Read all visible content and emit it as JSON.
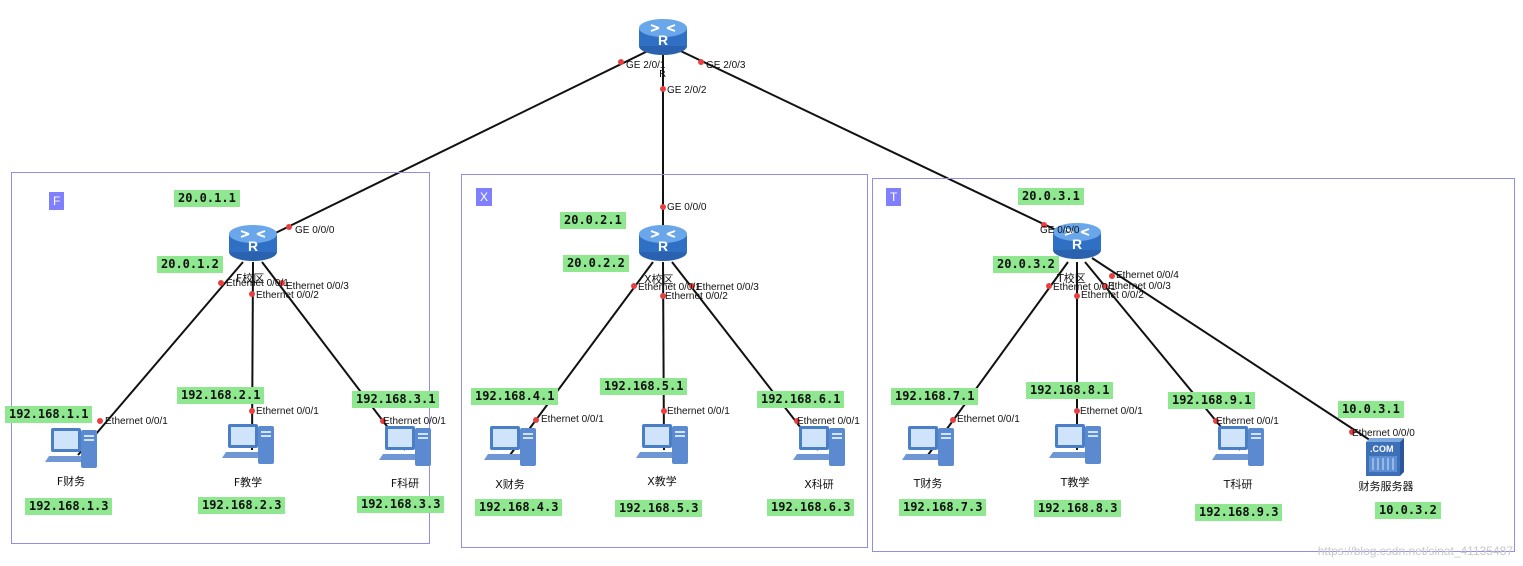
{
  "core": {
    "label": "R",
    "ports": {
      "to_f": "GE 2/0/1",
      "to_x": "GE 2/0/2",
      "to_t": "GE 2/0/3"
    }
  },
  "zones": {
    "f": {
      "tag": "F",
      "router_label": "F校区",
      "wan_port": "GE 0/0/0",
      "wan_ip_top": "20.0.1.1",
      "wan_ip_bottom": "20.0.1.2",
      "router_ports": [
        "Ethernet 0/0/1",
        "Ethernet 0/0/2",
        "Ethernet 0/0/3"
      ],
      "pcs": [
        {
          "name": "F财务",
          "port": "Ethernet 0/0/1",
          "gateway": "192.168.1.1",
          "ip": "192.168.1.3"
        },
        {
          "name": "F教学",
          "port": "Ethernet 0/0/1",
          "gateway": "192.168.2.1",
          "ip": "192.168.2.3"
        },
        {
          "name": "F科研",
          "port": "Ethernet 0/0/1",
          "gateway": "192.168.3.1",
          "ip": "192.168.3.3"
        }
      ]
    },
    "x": {
      "tag": "X",
      "router_label": "X校区",
      "wan_port": "GE 0/0/0",
      "wan_ip_top": "20.0.2.1",
      "wan_ip_bottom": "20.0.2.2",
      "router_ports": [
        "Ethernet 0/0/1",
        "Ethernet 0/0/2",
        "Ethernet 0/0/3"
      ],
      "pcs": [
        {
          "name": "X财务",
          "port": "Ethernet 0/0/1",
          "gateway": "192.168.4.1",
          "ip": "192.168.4.3"
        },
        {
          "name": "X教学",
          "port": "Ethernet 0/0/1",
          "gateway": "192.168.5.1",
          "ip": "192.168.5.3"
        },
        {
          "name": "X科研",
          "port": "Ethernet 0/0/1",
          "gateway": "192.168.6.1",
          "ip": "192.168.6.3"
        }
      ]
    },
    "t": {
      "tag": "T",
      "router_label": "T校区",
      "wan_port": "GE 0/0/0",
      "wan_ip_top": "20.0.3.1",
      "wan_ip_bottom": "20.0.3.2",
      "router_ports": [
        "Ethernet 0/0/1",
        "Ethernet 0/0/2",
        "Ethernet 0/0/3",
        "Ethernet 0/0/4"
      ],
      "pcs": [
        {
          "name": "T财务",
          "port": "Ethernet 0/0/1",
          "gateway": "192.168.7.1",
          "ip": "192.168.7.3"
        },
        {
          "name": "T教学",
          "port": "Ethernet 0/0/1",
          "gateway": "192.168.8.1",
          "ip": "192.168.8.3"
        },
        {
          "name": "T科研",
          "port": "Ethernet 0/0/1",
          "gateway": "192.168.9.1",
          "ip": "192.168.9.3"
        }
      ],
      "server": {
        "name": "财务服务器",
        "port": "Ethernet 0/0/0",
        "gateway": "10.0.3.1",
        "ip": "10.0.3.2",
        "badge": ".COM"
      }
    }
  },
  "watermark": "https://blog.csdn.net/sinat_41135487",
  "colors": {
    "zone_border": "#8f8fe8",
    "zone_tag": "#8080ff",
    "ip_bg": "#8fe88f",
    "port_dot": "#e84040",
    "router_blue": "#3b7fd6"
  }
}
